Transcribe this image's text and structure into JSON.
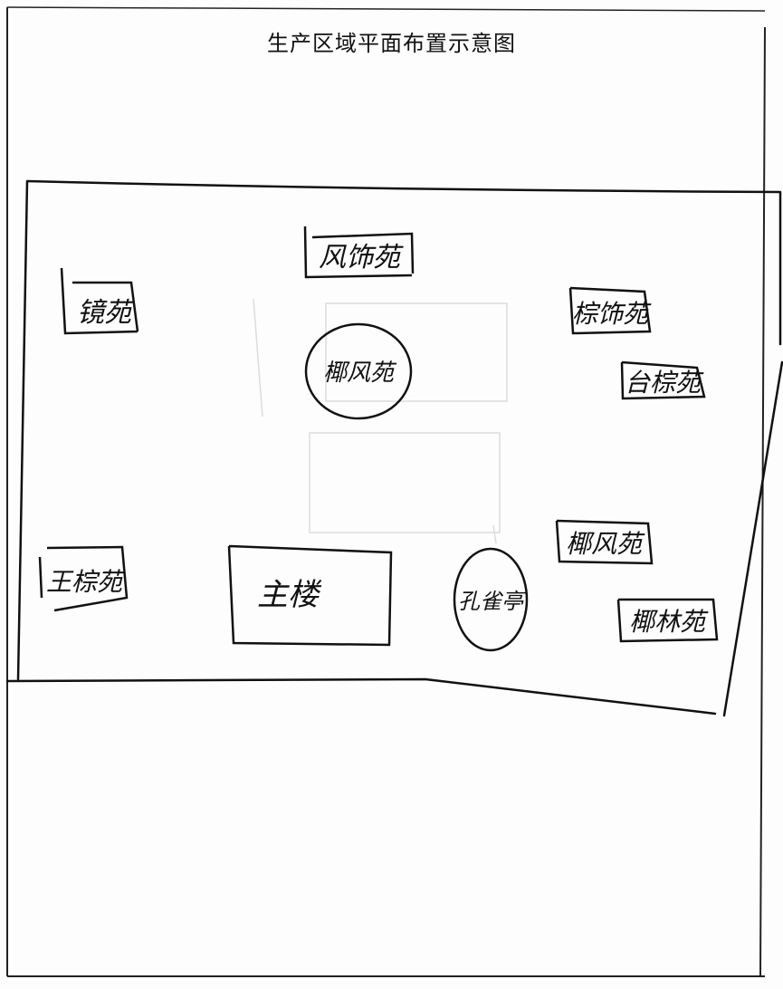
{
  "title": "生产区域平面布置示意图",
  "diagram": {
    "nodes": [
      {
        "id": "feng-shi-yuan",
        "label": "风饰苑",
        "shape": "box"
      },
      {
        "id": "jing-yuan",
        "label": "镜苑",
        "shape": "box"
      },
      {
        "id": "ye-feng-yuan",
        "label": "椰风苑",
        "shape": "circle"
      },
      {
        "id": "zong-shi-yuan",
        "label": "棕饰苑",
        "shape": "box"
      },
      {
        "id": "tai-zong-yuan",
        "label": "台棕苑",
        "shape": "box"
      },
      {
        "id": "ye-feng-yuan-2",
        "label": "椰风苑",
        "shape": "box"
      },
      {
        "id": "ye-lin-yuan",
        "label": "椰林苑",
        "shape": "box"
      },
      {
        "id": "wang-zong-yuan",
        "label": "王棕苑",
        "shape": "box"
      },
      {
        "id": "main-building",
        "label": "主楼",
        "shape": "box"
      },
      {
        "id": "kong-que-ting",
        "label": "孔雀亭",
        "shape": "circle"
      }
    ]
  },
  "colors": {
    "ink": "#111111",
    "paper": "#fdfdfd",
    "faint": "#dcdcdc"
  }
}
